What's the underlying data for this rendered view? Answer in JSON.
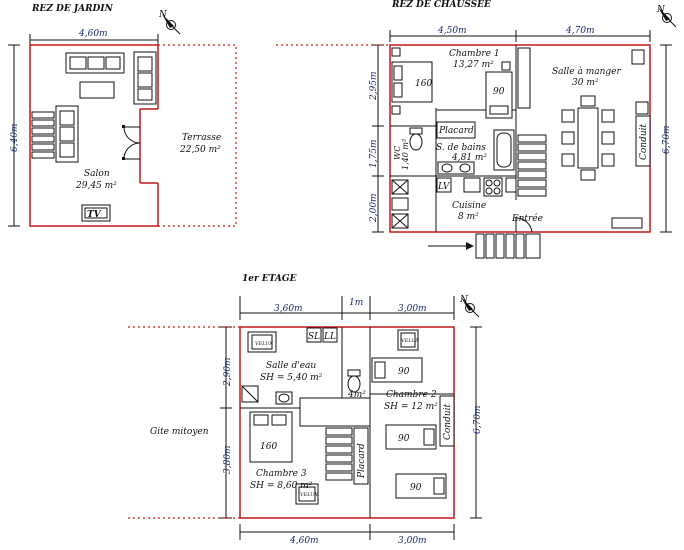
{
  "compass": {
    "letter": "N"
  },
  "rdj": {
    "title": "REZ DE JARDIN",
    "dim_width": "4,60m",
    "dim_height": "6,40m",
    "salon": {
      "name": "Salon",
      "area": "29,45 m²"
    },
    "terrasse": {
      "name": "Terrasse",
      "area": "22,50 m²"
    },
    "tv": "TV"
  },
  "rdc": {
    "title": "REZ DE CHAUSSEE",
    "dim_top_left": "4,50m",
    "dim_top_right": "4,70m",
    "dim_left_1": "2,95m",
    "dim_left_2": "1,75m",
    "dim_left_3": "2,00m",
    "dim_right": "6,70m",
    "chambre1": {
      "name": "Chambre 1",
      "area": "13,27 m²"
    },
    "salle_manger": {
      "name": "Salle à manger",
      "area": "30 m²"
    },
    "placard": "Placard",
    "sdb": {
      "name": "S. de bains",
      "area": "4,81 m²"
    },
    "wc": {
      "name": "WC",
      "area": "1,40 m²"
    },
    "lv": "LV",
    "cuisine": {
      "name": "Cuisine",
      "area": "8 m²"
    },
    "entree": "Entrée",
    "conduit": "Conduit",
    "bed_160": "160",
    "bed_90": "90"
  },
  "etage": {
    "title": "1er ETAGE",
    "dim_top_1": "3,60m",
    "dim_top_2": "1m",
    "dim_top_3": "3,00m",
    "dim_left_1": "2,90m",
    "dim_left_2": "3,80m",
    "dim_right": "6,70m",
    "dim_bottom_1": "4,60m",
    "dim_bottom_2": "3,00m",
    "gite": "Gite mitoyen",
    "sl": "SL",
    "ll": "LL",
    "salle_eau": {
      "name": "Salle d'eau",
      "area": "SH = 5,40 m²"
    },
    "palier": "4m²",
    "chambre2": {
      "name": "Chambre 2",
      "area": "SH = 12 m²"
    },
    "chambre3": {
      "name": "Chambre 3",
      "area": "SH = 8,60 m²"
    },
    "placard": "Placard",
    "conduit": "Conduit",
    "velux": "VELUX",
    "bed_160": "160",
    "bed_90_a": "90",
    "bed_90_b": "90",
    "bed_90_c": "90"
  }
}
